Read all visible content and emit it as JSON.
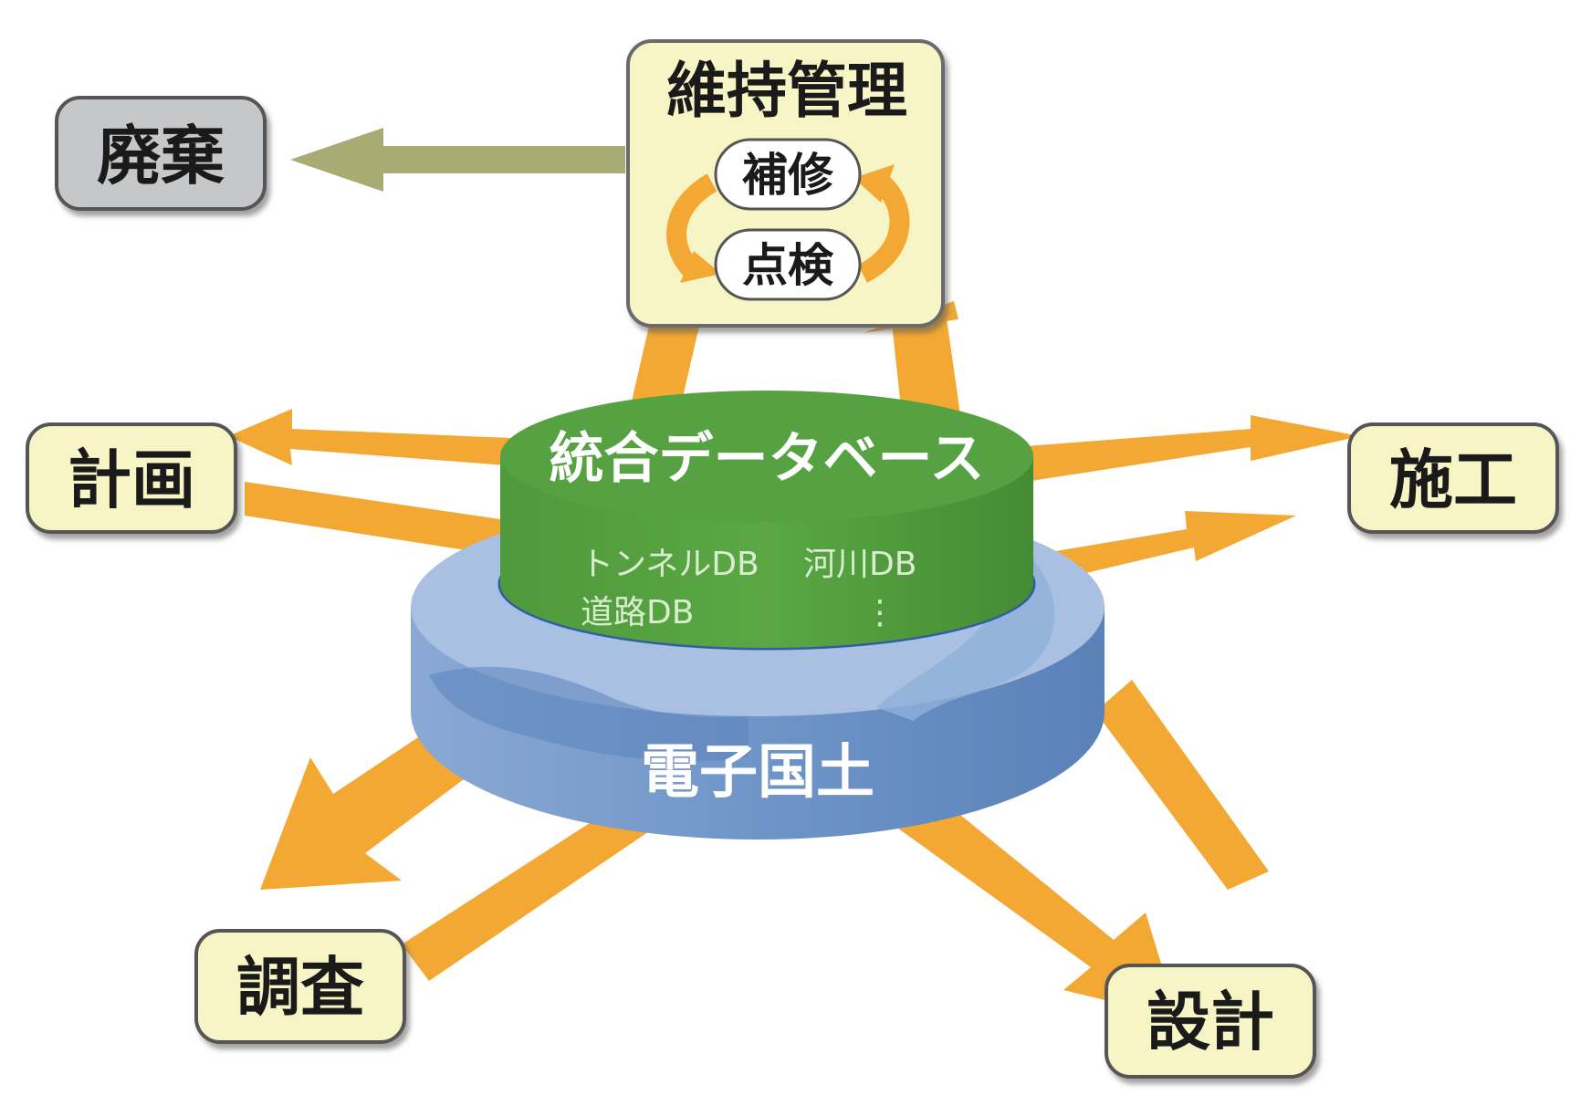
{
  "stages": {
    "maintenance": "維持管理",
    "repair": "補修",
    "inspection": "点検",
    "disposal": "廃棄",
    "planning": "計画",
    "construction": "施工",
    "survey": "調査",
    "design": "設計"
  },
  "database": {
    "title": "統合データベース",
    "entries": [
      "トンネルDB",
      "河川DB",
      "道路DB",
      "⋮"
    ]
  },
  "base": {
    "title": "電子国土"
  },
  "colors": {
    "arrow_orange": "#f2a833",
    "arrow_olive": "#a8ab74",
    "box_fill": "#f7f4c5",
    "box_gray": "#c6c7c9",
    "db_green": "#56a141",
    "db_green_dark": "#3f8a30",
    "base_blue": "#6f95c8"
  }
}
